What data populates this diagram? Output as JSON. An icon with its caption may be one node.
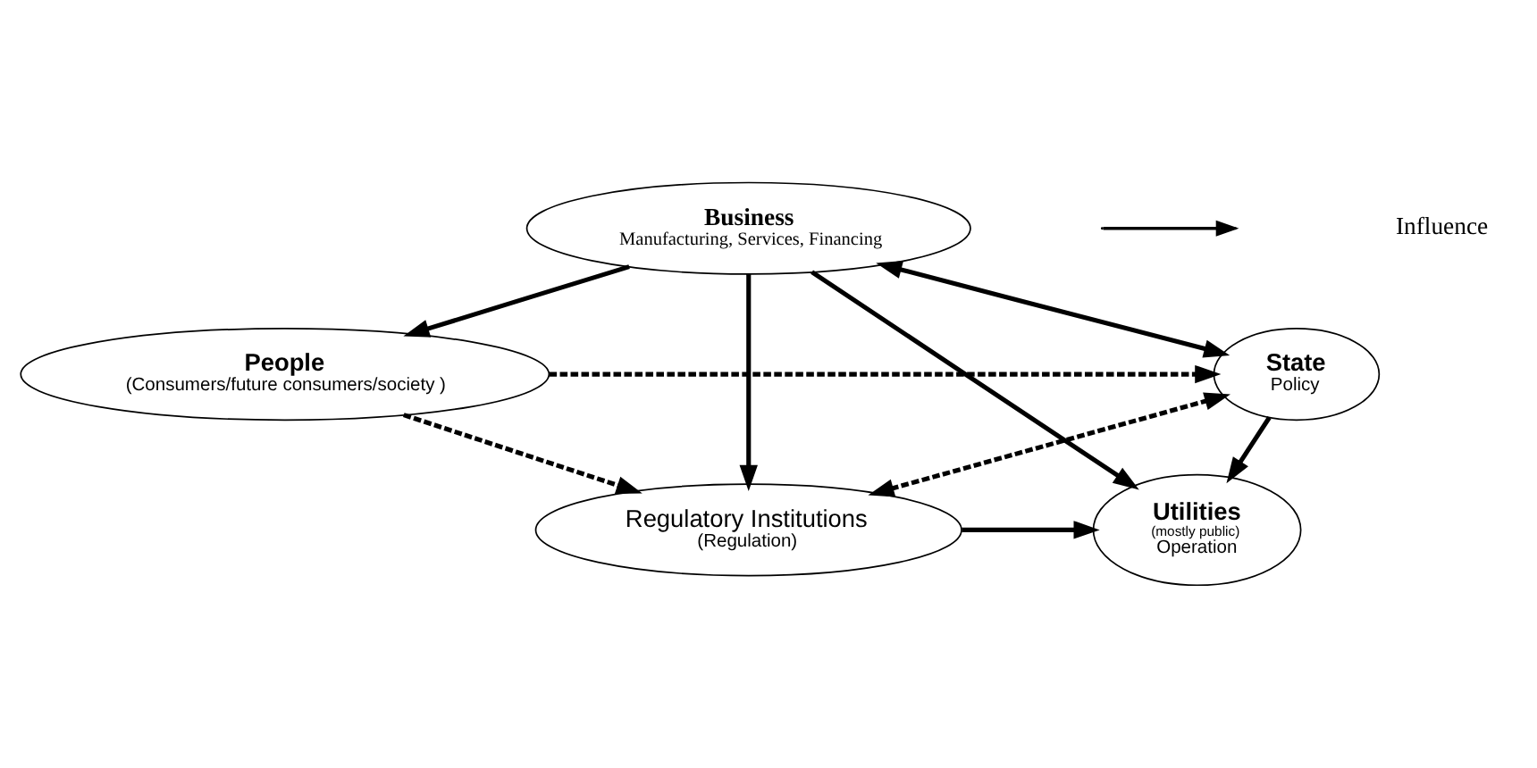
{
  "diagram": {
    "nodes": [
      {
        "text": [
          "People",
          "(Consumers/future consumers/society )"
        ]
      },
      {
        "text": [
          "State",
          "Policy"
        ]
      },
      {
        "text": [
          "Business",
          "Manufacturing, Services, Financing"
        ]
      },
      {
        "text": [
          "Regulatory Institutions",
          "(Regulation)"
        ]
      },
      {
        "text": [
          "Utilities",
          "(mostly public)",
          "Operation"
        ]
      }
    ],
    "edges": [
      {
        "from": 0,
        "to": 1,
        "arrow": "to",
        "style": "dashed"
      },
      {
        "from": 2,
        "to": 0,
        "arrow": "to"
      },
      {
        "from": 2,
        "to": 1,
        "arrow": "both"
      },
      {
        "from": 0,
        "to": 3,
        "arrow": "to",
        "style": "dashed"
      },
      {
        "from": 2,
        "to": 3,
        "arrow": "to"
      },
      {
        "from": 3,
        "to": 1,
        "arrow": "both",
        "style": "dashed"
      },
      {
        "from": 1,
        "to": 4,
        "arrow": "to"
      },
      {
        "from": 2,
        "to": 4,
        "arrow": "to"
      },
      {
        "from": 3,
        "to": 4,
        "arrow": "to"
      }
    ],
    "legend": [
      {
        "text": "Influence"
      }
    ]
  }
}
